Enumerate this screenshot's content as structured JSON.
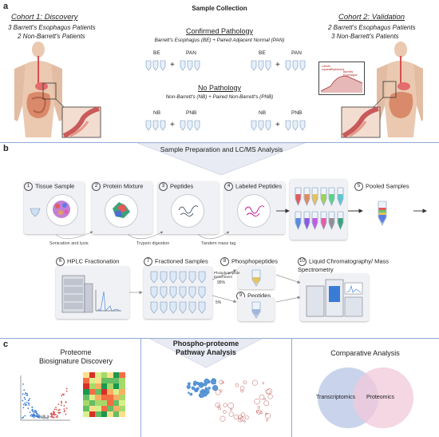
{
  "panel_a": {
    "letter": "a",
    "title": "Sample Collection",
    "cohort1": {
      "title": "Cohort 1: Discovery",
      "line1": "3 Barrett's Esophagus Patients",
      "line2": "2 Non-Barrett's Patients"
    },
    "cohort2": {
      "title": "Cohort 2: Validation",
      "line1": "2 Barrett's Esophagus Patients",
      "line2": "3 Non-Barrett's Patients"
    },
    "confirmed": {
      "title": "Confirmed Pathology",
      "subtitle": "Barrett's Esophagus (BE) + Paired Adjacent Normal (PAN)",
      "tube_a": "BE",
      "tube_b": "PAN"
    },
    "nopath": {
      "title": "No Pathology",
      "subtitle": "Non-Barrett's (NB) + Paired Non-Barrett's (PNB)",
      "tube_a": "NB",
      "tube_b": "PNB"
    },
    "plus": "+",
    "inset_label1": "Ldrmfn squamtffspbreeplt",
    "inset_label2": "Barretts Esophagus"
  },
  "panel_b": {
    "letter": "b",
    "header": "Sample Preparation and LC/MS Analysis",
    "steps": {
      "s1": {
        "num": "1",
        "label": "Tissue Sample"
      },
      "s2": {
        "num": "2",
        "label": "Protein Mixture"
      },
      "s3": {
        "num": "3",
        "label": "Peptides"
      },
      "s4": {
        "num": "4",
        "label": "Labeled Peptides"
      },
      "s5": {
        "num": "5",
        "label": "Pooled Samples"
      },
      "s6": {
        "num": "6",
        "label": "HPLC Fractionation"
      },
      "s7": {
        "num": "7",
        "label": "Fractioned Samples"
      },
      "s8": {
        "num": "8",
        "label": "Phosphopeptides"
      },
      "s9": {
        "num": "9",
        "label": "Peptides"
      },
      "s10": {
        "num": "10",
        "label": "Liquid Chromatography/ Mass Spectrometry"
      }
    },
    "arrow_labels": {
      "a1": "Sonication and lysis",
      "a2": "Trypsin digestion",
      "a3": "Tandem mass tag"
    },
    "enrich": {
      "label": "Phosphopeptide Enrichment",
      "pct": "95%",
      "other_pct": "5%"
    }
  },
  "panel_c": {
    "letter": "c",
    "left": {
      "line1": "Proteome",
      "line2": "Biosignature Discovery"
    },
    "middle": {
      "line1": "Phospho-proteome",
      "line2": "Pathway Analysis"
    },
    "right": {
      "title": "Comparative Analysis",
      "venn_left": "Transcriptomics",
      "venn_right": "Proteomics"
    }
  },
  "colors": {
    "blue_divider": "#8fa9d6",
    "venn_left": "#b7c4e6",
    "venn_right": "#f2c8d9",
    "volcano_up": "#d9534f",
    "volcano_down": "#3a7bd5"
  },
  "icons": [
    "human-body-icon",
    "microtube-icon",
    "petri-dish-icon",
    "hplc-instrument-icon",
    "mass-spectrometer-icon",
    "volcano-plot-icon",
    "heatmap-icon",
    "network-icon",
    "venn-diagram-icon"
  ]
}
